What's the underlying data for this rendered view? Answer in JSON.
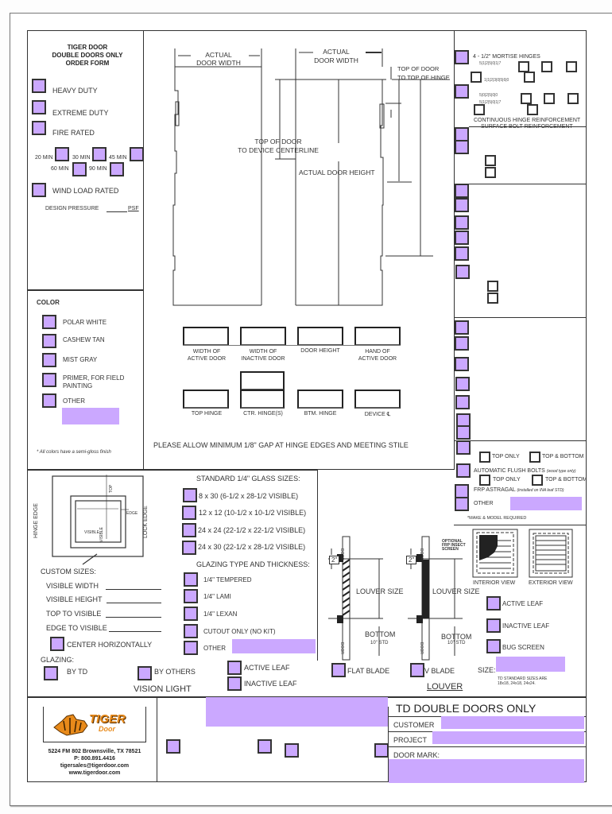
{
  "form": {
    "title_line1": "TIGER DOOR",
    "title_line2": "DOUBLE DOORS ONLY",
    "title_line3": "ORDER FORM",
    "accent_color": "#cba8ff"
  },
  "duty": {
    "heavy": "HEAVY DUTY",
    "extreme": "EXTREME DUTY",
    "fire_rated": "FIRE RATED",
    "ratings": [
      "20 MIN",
      "30 MIN",
      "45 MIN",
      "60 MIN",
      "90 MIN"
    ],
    "wind_load": "WIND LOAD RATED",
    "design_pressure": "DESIGN PRESSURE",
    "design_pressure_value": "",
    "psf": "PSF"
  },
  "diagram": {
    "actual_door_width_left": "ACTUAL\nDOOR WIDTH",
    "actual_door_width_right": "ACTUAL\nDOOR WIDTH",
    "top_of_door_to_hinge": "TOP OF DOOR\nTO TOP OF HINGE",
    "top_of_door_to_device": "TOP OF DOOR\nTO DEVICE CENTERLINE",
    "actual_door_height": "ACTUAL DOOR HEIGHT"
  },
  "dimensions": {
    "row1": [
      "WIDTH OF\nACTIVE DOOR",
      "WIDTH OF\nINACTIVE DOOR",
      "DOOR HEIGHT",
      "HAND OF\nACTIVE DOOR"
    ],
    "row2": [
      "TOP HINGE",
      "CTR. HINGE(S)",
      "BTM. HINGE",
      "DEVICE ℄"
    ],
    "gap_note": "PLEASE ALLOW MINIMUM 1/8\" GAP AT HINGE EDGES AND MEETING STILE"
  },
  "color": {
    "heading": "COLOR",
    "options": [
      "POLAR WHITE",
      "CASHEW TAN",
      "MIST GRAY",
      "PRIMER, FOR FIELD\nPAINTING",
      "OTHER"
    ],
    "other_value": "",
    "note": "* All colors have a semi-gloss finish"
  },
  "hardware": {
    "mortise_hinges": "4 - 1/2\" MORTISE HINGES",
    "continuous_hinge": "CONTINUOUS HINGE REINFORCEMENT",
    "surface_bolt": "SURFACE BOLT REINFORCEMENT",
    "top_only_1": "TOP ONLY",
    "top_bottom_1": "TOP & BOTTOM",
    "auto_flush_bolts": "AUTOMATIC FLUSH BOLTS",
    "auto_flush_note": "(wood type only)",
    "top_only_2": "TOP ONLY",
    "top_bottom_2": "TOP & BOTTOM",
    "frp_astragal": "FRP ASTRAGAL",
    "frp_note": "(installed on INA leaf STD)",
    "other": "OTHER",
    "other_value": "",
    "make_model": "*MAKE & MODEL REQUIRED"
  },
  "vision_light": {
    "diagram_labels": {
      "hinge_edge": "HINGE EDGE",
      "lock_edge": "LOCK EDGE",
      "top": "TOP",
      "edge": "EDGE",
      "visible": "VISIBLE",
      "visible_v": "VISIBLE"
    },
    "standard_heading": "STANDARD 1/4\" GLASS SIZES:",
    "standard_sizes": [
      "8 x 30 (6-1/2 x 28-1/2 VISIBLE)",
      "12 x 12 (10-1/2 x 10-1/2 VISIBLE)",
      "24 x 24 (22-1/2 x 22-1/2 VISIBLE)",
      "24 x 30 (22-1/2 x 28-1/2 VISIBLE)"
    ],
    "glazing_heading": "GLAZING TYPE AND THICKNESS:",
    "glazing_types": [
      "1/4\" TEMPERED",
      "1/4\" LAMI",
      "1/4\" LEXAN",
      "CUTOUT ONLY (NO KIT)",
      "OTHER"
    ],
    "glazing_other_value": "",
    "custom_heading": "CUSTOM SIZES:",
    "custom_fields": [
      "VISIBLE WIDTH",
      "VISIBLE HEIGHT",
      "TOP TO VISIBLE",
      "EDGE TO VISIBLE"
    ],
    "center_horizontally": "CENTER HORIZONTALLY",
    "glazing_label": "GLAZING:",
    "by_td": "BY TD",
    "by_others": "BY OTHERS",
    "active_leaf": "ACTIVE LEAF",
    "inactive_leaf": "INACTIVE LEAF",
    "section_title": "VISION LIGHT"
  },
  "louver": {
    "two_inch_a": "2\"",
    "two_inch_b": "2\"",
    "louver_size_a": "LOUVER SIZE",
    "louver_size_b": "LOUVER SIZE",
    "bottom_a": "BOTTOM",
    "bottom_b": "BOTTOM",
    "std_a": "10\" STD",
    "std_b": "10\" STD",
    "door": "DOOR",
    "optional_screen": "OPTIONAL\nFRP INSECT\nSCREEN",
    "interior_view": "INTERIOR VIEW",
    "exterior_view": "EXTERIOR VIEW",
    "flat_blade": "FLAT BLADE",
    "v_blade": "V BLADE",
    "active_leaf": "ACTIVE LEAF",
    "inactive_leaf": "INACTIVE LEAF",
    "bug_screen": "BUG SCREEN",
    "size_label": "SIZE:",
    "size_value": "",
    "std_sizes_note": "TD STANDARD SIZES ARE\n18x18, 24x18, 24x24.",
    "section_title": "LOUVER"
  },
  "footer": {
    "logo_text": "TIGER",
    "logo_sub": "Door",
    "address": "5224 FM 802 Brownsville, TX 78521",
    "phone": "P: 800.891.4416",
    "email": "tigersales@tigerdoor.com",
    "website": "www.tigerdoor.com",
    "doc_title": "TD DOUBLE DOORS ONLY",
    "customer_label": "CUSTOMER",
    "customer_value": "",
    "project_label": "PROJECT",
    "project_value": "",
    "door_mark_label": "DOOR MARK:",
    "door_mark_value": ""
  }
}
